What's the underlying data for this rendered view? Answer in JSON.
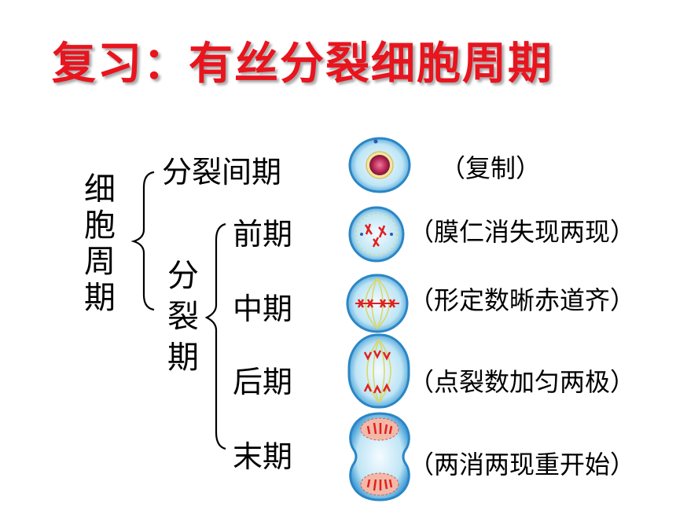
{
  "title": "复习：有丝分裂细胞周期",
  "root": {
    "chars": [
      "细",
      "胞",
      "周",
      "期"
    ]
  },
  "interphase": {
    "label": "分裂间期",
    "note": "（复制）"
  },
  "mitosis": {
    "chars": [
      "分",
      "裂",
      "期"
    ],
    "phases": [
      {
        "label": "前期",
        "note": "（膜仁消失现两现）"
      },
      {
        "label": "中期",
        "note": "（形定数晰赤道齐）"
      },
      {
        "label": "后期",
        "note": "（点裂数加匀两极）"
      },
      {
        "label": "末期",
        "note": "（两消两现重开始）"
      }
    ]
  },
  "colors": {
    "title": "#e8141e",
    "cell_fill": "#cfeaf6",
    "cell_edge": "#2b86c5",
    "chromosome": "#e02020",
    "spindle": "#d8d860"
  }
}
